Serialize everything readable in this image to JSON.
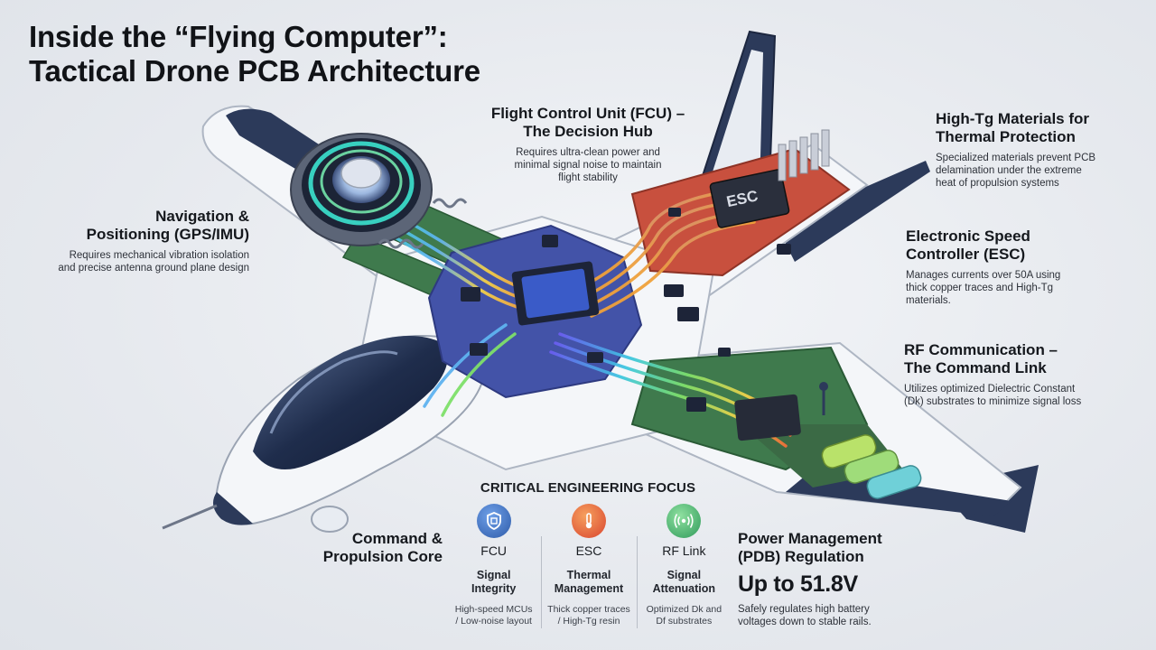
{
  "title": {
    "line1": "Inside the “Flying Computer”:",
    "line2": "Tactical Drone PCB Architecture"
  },
  "callouts": {
    "fcu": {
      "title_line1": "Flight Control Unit (FCU) –",
      "title_line2": "The Decision Hub",
      "desc_line1": "Requires ultra-clean power and",
      "desc_line2": "minimal signal noise to maintain",
      "desc_line3": "flight stability"
    },
    "hightg": {
      "title_line1": "High-Tg Materials for",
      "title_line2": "Thermal Protection",
      "desc_line1": "Specialized materials prevent PCB",
      "desc_line2": "delamination under the extreme",
      "desc_line3": "heat of propulsion systems"
    },
    "nav": {
      "title_line1": "Navigation &",
      "title_line2": "Positioning (GPS/IMU)",
      "desc_line1": "Requires mechanical vibration isolation",
      "desc_line2": "and precise antenna ground plane design"
    },
    "esc": {
      "title_line1": "Electronic Speed",
      "title_line2": "Controller (ESC)",
      "desc_line1": "Manages currents over 50A using",
      "desc_line2": "thick copper traces and High-Tg",
      "desc_line3": "materials."
    },
    "rf": {
      "title_line1": "RF Communication –",
      "title_line2": "The Command Link",
      "desc_line1": "Utilizes optimized Dielectric Constant",
      "desc_line2": "(Dk) substrates to minimize signal loss"
    },
    "command": {
      "title_line1": "Command &",
      "title_line2": "Propulsion Core"
    },
    "power": {
      "title_line1": "Power Management",
      "title_line2": "(PDB) Regulation",
      "voltage": "Up to 51.8V",
      "desc_line1": "Safely regulates high battery",
      "desc_line2": "voltages down to stable rails."
    }
  },
  "board": {
    "esc_chip_label": "ESC"
  },
  "focus": {
    "title": "CRITICAL ENGINEERING FOCUS",
    "columns": [
      {
        "icon": "shield-chip-icon",
        "color": "#3b6fb6",
        "name": "FCU",
        "sub_line1": "Signal",
        "sub_line2": "Integrity",
        "desc_line1": "High-speed MCUs",
        "desc_line2": "/ Low-noise layout"
      },
      {
        "icon": "thermometer-icon",
        "color": "#e0643a",
        "name": "ESC",
        "sub_line1": "Thermal",
        "sub_line2": "Management",
        "desc_line1": "Thick copper traces",
        "desc_line2": "/ High-Tg resin"
      },
      {
        "icon": "signal-waves-icon",
        "color": "#3aa563",
        "name": "RF Link",
        "sub_line1": "Signal",
        "sub_line2": "Attenuation",
        "desc_line1": "Optimized Dk and",
        "desc_line2": "Df substrates"
      }
    ]
  },
  "colors": {
    "airframe": "#2c3a5a",
    "pcb_green": "#3f7a4d",
    "pcb_blue": "#4353a8",
    "pcb_red": "#c8503e"
  }
}
